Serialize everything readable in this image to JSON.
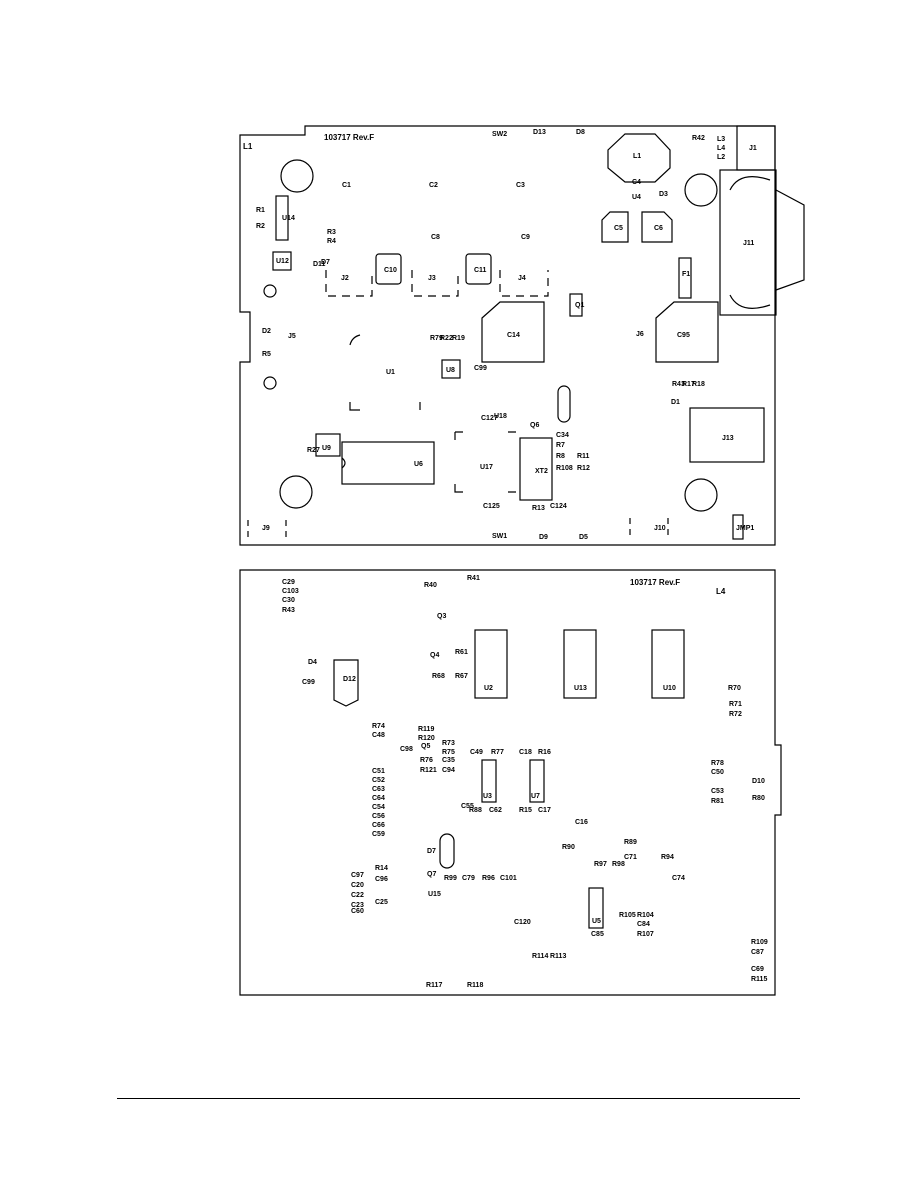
{
  "top_board": {
    "corner_label": "L1",
    "part_number": "103717 Rev.F",
    "components": [
      "SW2",
      "D13",
      "D8",
      "R42",
      "L3",
      "L4",
      "L2",
      "J1",
      "L1",
      "C1",
      "C2",
      "C3",
      "C4",
      "U4",
      "D3",
      "R2",
      "R1",
      "U14",
      "C5",
      "C6",
      "R3",
      "R4",
      "C8",
      "C9",
      "J11",
      "U12",
      "D11",
      "D7",
      "C10",
      "C11",
      "J2",
      "J3",
      "J4",
      "F1",
      "Q1",
      "J5",
      "D2",
      "R5",
      "R79",
      "R22",
      "R19",
      "C14",
      "J6",
      "C95",
      "U1",
      "U8",
      "C99",
      "R43",
      "R17",
      "R18",
      "C127",
      "U18",
      "Q6",
      "C34",
      "R7",
      "D1",
      "J13",
      "R27",
      "U9",
      "U6",
      "U17",
      "XT2",
      "R8",
      "R11",
      "R108",
      "R12",
      "J9",
      "C125",
      "R13",
      "C124",
      "SW1",
      "D9",
      "D5",
      "J10",
      "JMP1"
    ]
  },
  "bottom_board": {
    "corner_label": "L4",
    "part_number": "103717 Rev.F",
    "components": [
      "C29",
      "C103",
      "C30",
      "R43",
      "R40",
      "R41",
      "Q3",
      "D4",
      "D12",
      "C99",
      "Q4",
      "R68",
      "R67",
      "R61",
      "U2",
      "U13",
      "U10",
      "R74",
      "C48",
      "R119",
      "R120",
      "C98",
      "Q5",
      "R73",
      "R75",
      "R76",
      "C35",
      "R121",
      "C94",
      "C49",
      "R77",
      "C18",
      "R16",
      "U3",
      "U7",
      "C55",
      "R88",
      "C62",
      "R15",
      "C17",
      "C51",
      "C52",
      "C63",
      "C64",
      "C54",
      "C56",
      "C66",
      "C59",
      "C16",
      "R89",
      "R90",
      "C71",
      "R97",
      "R98",
      "R94",
      "C74",
      "D7",
      "Q7",
      "R99",
      "C79",
      "R96",
      "C101",
      "U15",
      "C97",
      "C20",
      "C22",
      "C23",
      "C60",
      "R14",
      "C96",
      "C25",
      "C120",
      "U5",
      "R105",
      "R104",
      "C84",
      "R107",
      "C85",
      "R114",
      "R113",
      "R117",
      "R118",
      "R109",
      "C87",
      "C69",
      "R115",
      "R70",
      "R71",
      "R72",
      "R78",
      "C50",
      "C53",
      "R81",
      "D10",
      "R80"
    ]
  }
}
